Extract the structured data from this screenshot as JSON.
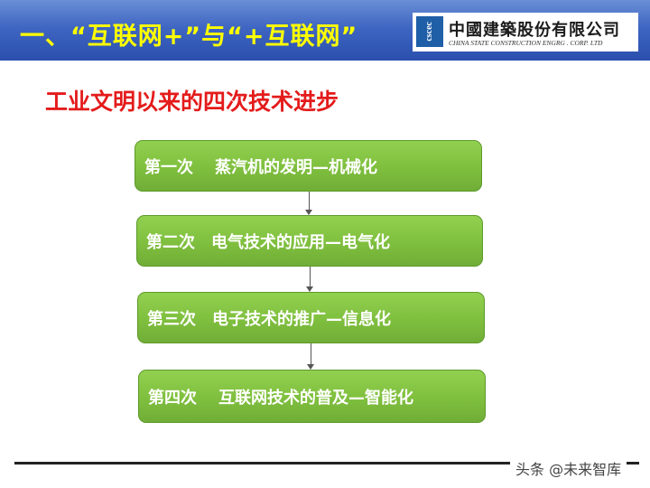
{
  "header": {
    "title": "一、“互联网+”与“+互联网”",
    "logo_cn": "中國建築股份有限公司",
    "logo_en": "CHINA STATE CONSTRUCTION ENGRG . CORP. LTD",
    "logo_mark": "cscec"
  },
  "subtitle": "工业文明以来的四次技术进步",
  "steps": [
    {
      "order": "第一次",
      "desc": "蒸汽机的发明—机械化"
    },
    {
      "order": "第二次",
      "desc": "电气技术的应用—电气化"
    },
    {
      "order": "第三次",
      "desc": "电子技术的推广—信息化"
    },
    {
      "order": "第四次",
      "desc": "互联网技术的普及—智能化"
    }
  ],
  "watermark": "头条 @未来智库",
  "colors": {
    "header_bg": "#3f66c2",
    "header_text": "#ffff00",
    "subtitle": "#e41b1b",
    "step_fill": "#7fbf3e",
    "step_text": "#ffffff"
  }
}
